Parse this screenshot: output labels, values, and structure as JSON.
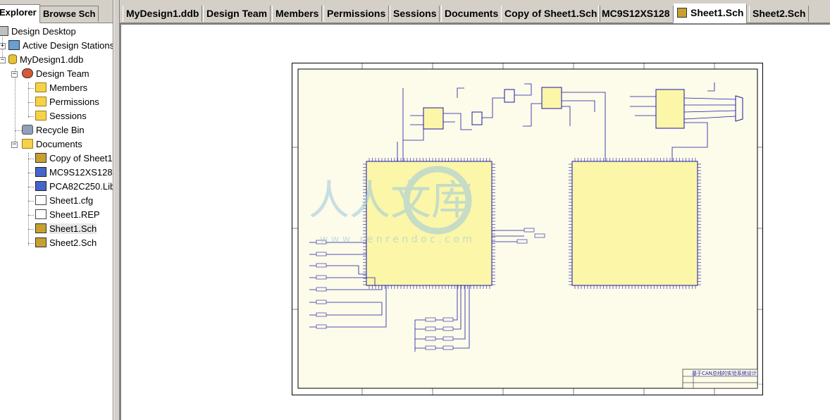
{
  "explorer": {
    "tabs": [
      {
        "label": "Explorer",
        "active": true
      },
      {
        "label": "Browse Sch",
        "active": false
      }
    ],
    "tree": [
      {
        "label": "Design Desktop",
        "icon": "desktop-icon",
        "level": 0
      },
      {
        "label": "Active Design Stations",
        "icon": "station-icon",
        "level": 1
      },
      {
        "label": "MyDesign1.ddb",
        "icon": "database-icon",
        "level": 1
      },
      {
        "label": "Design Team",
        "icon": "team-icon",
        "level": 2
      },
      {
        "label": "Members",
        "icon": "folder-icon",
        "level": 3
      },
      {
        "label": "Permissions",
        "icon": "folder-icon",
        "level": 3
      },
      {
        "label": "Sessions",
        "icon": "folder-icon",
        "level": 3
      },
      {
        "label": "Recycle Bin",
        "icon": "recycle-bin-icon",
        "level": 2
      },
      {
        "label": "Documents",
        "icon": "folder-open-icon",
        "level": 2
      },
      {
        "label": "Copy of Sheet1",
        "icon": "schematic-icon",
        "level": 3
      },
      {
        "label": "MC9S12XS128",
        "icon": "library-icon",
        "level": 3
      },
      {
        "label": "PCA82C250.Lib",
        "icon": "library-icon",
        "level": 3
      },
      {
        "label": "Sheet1.cfg",
        "icon": "document-icon",
        "level": 3
      },
      {
        "label": "Sheet1.REP",
        "icon": "document-icon",
        "level": 3
      },
      {
        "label": "Sheet1.Sch",
        "icon": "schematic-icon",
        "level": 3,
        "selected": true
      },
      {
        "label": "Sheet2.Sch",
        "icon": "schematic-icon",
        "level": 3
      }
    ]
  },
  "document_tabs": [
    {
      "label": "MyDesign1.ddb",
      "active": false
    },
    {
      "label": "Design Team",
      "active": false
    },
    {
      "label": "Members",
      "active": false
    },
    {
      "label": "Permissions",
      "active": false
    },
    {
      "label": "Sessions",
      "active": false
    },
    {
      "label": "Documents",
      "active": false
    },
    {
      "label": "Copy of Sheet1.Sch",
      "active": false
    },
    {
      "label": "MC9S12XS128",
      "active": false
    },
    {
      "label": "Sheet1.Sch",
      "active": true,
      "icon": "schematic-icon"
    },
    {
      "label": "Sheet2.Sch",
      "active": false
    }
  ],
  "sheet": {
    "title_block": "基于CAN总线的实验系统设计",
    "watermark": "人人文库",
    "watermark_url": "w w w . r e n r e n d o c . c o m"
  },
  "colors": {
    "ui_face": "#d4d0c8",
    "sheet_fill": "#fdfbe9",
    "wire": "#1a1aa8",
    "component_fill": "#fbf6a8",
    "watermark": "#9cc7e0"
  }
}
